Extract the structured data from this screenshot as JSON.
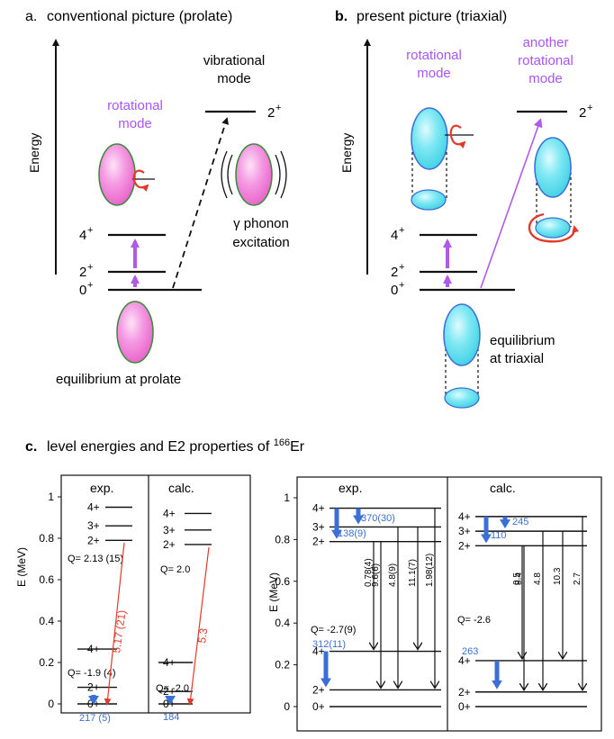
{
  "panel_a": {
    "letter": "a.",
    "title": "conventional picture (prolate)",
    "energy_axis_label": "Energy",
    "rotational_mode_label": [
      "rotational",
      "mode"
    ],
    "vibrational_mode_label": [
      "vibrational",
      "mode"
    ],
    "gamma_phonon_label": [
      "γ phonon",
      "excitation"
    ],
    "equilibrium_label": "equilibrium at prolate",
    "level_labels": {
      "four_plus": "4",
      "two_plus": "2",
      "zero_plus": "0",
      "vib_two_plus": "2",
      "plus": "+"
    },
    "colors": {
      "ellipsoid_fill": "#f07fd8",
      "ellipsoid_edge": "#3a8a3a",
      "rotation_arrow": "#e23a2a",
      "transition_arrow": "#b05be8",
      "mode_text": "#a855f7"
    }
  },
  "panel_b": {
    "letter": "b.",
    "title": "present picture (triaxial)",
    "energy_axis_label": "Energy",
    "rotational_mode_label": [
      "rotational",
      "mode"
    ],
    "another_mode_label": [
      "another",
      "rotational",
      "mode"
    ],
    "equilibrium_label": [
      "equilibrium",
      "at triaxial"
    ],
    "level_labels": {
      "four_plus": "4",
      "two_plus": "2",
      "zero_plus": "0",
      "rot_two_plus": "2",
      "plus": "+"
    },
    "colors": {
      "ellipsoid_fill": "#66e0ee",
      "ellipsoid_edge": "#3b6fd6",
      "rotation_arrow": "#e23a2a",
      "transition_arrow": "#b05be8",
      "mode_text": "#a855f7"
    }
  },
  "panel_c": {
    "letter": "c.",
    "title_prefix": "level energies and E2 properties of ",
    "title_isotope_mass": "166",
    "title_element": "Er",
    "left_chart": {
      "ylabel": "E (MeV)",
      "yticks": [
        "1",
        "0.8",
        "0.6",
        "0.4",
        "0.2",
        "0"
      ],
      "exp_header": "exp.",
      "calc_header": "calc.",
      "exp_levels": [
        {
          "label": "4+",
          "energy": 0.95
        },
        {
          "label": "3+",
          "energy": 0.86
        },
        {
          "label": "2+",
          "energy": 0.79
        },
        {
          "label": "4+",
          "energy": 0.265
        },
        {
          "label": "2+",
          "energy": 0.08
        },
        {
          "label": "0+",
          "energy": 0.0
        }
      ],
      "calc_levels": [
        {
          "label": "4+",
          "energy": 0.92
        },
        {
          "label": "3+",
          "energy": 0.84
        },
        {
          "label": "2+",
          "energy": 0.77
        },
        {
          "label": "4+",
          "energy": 0.2
        },
        {
          "label": "2+",
          "energy": 0.06
        },
        {
          "label": "0+",
          "energy": 0.0
        }
      ],
      "exp_q_gamma": "Q= 2.13 (15)",
      "exp_q_ground": "Q= -1.9 (4)",
      "exp_be2_ground": "217 (5)",
      "exp_be2_interband": "5.17 (21)",
      "calc_q_gamma": "Q= 2.0",
      "calc_q_ground": "Q= -2.0",
      "calc_be2_ground": "184",
      "calc_be2_interband": "5.3"
    },
    "right_chart": {
      "ylabel": "E (MeV)",
      "yticks": [
        "1",
        "0.8",
        "0.6",
        "0.4",
        "0.2",
        "0"
      ],
      "exp_header": "exp.",
      "calc_header": "calc.",
      "exp_levels": [
        {
          "label": "4+",
          "energy": 0.95
        },
        {
          "label": "3+",
          "energy": 0.86
        },
        {
          "label": "2+",
          "energy": 0.79
        },
        {
          "label": "4+",
          "energy": 0.265
        },
        {
          "label": "2+",
          "energy": 0.08
        },
        {
          "label": "0+",
          "energy": 0.0
        }
      ],
      "calc_levels": [
        {
          "label": "4+",
          "energy": 0.91
        },
        {
          "label": "3+",
          "energy": 0.84
        },
        {
          "label": "2+",
          "energy": 0.77
        },
        {
          "label": "4+",
          "energy": 0.22
        },
        {
          "label": "2+",
          "energy": 0.07
        },
        {
          "label": "0+",
          "energy": 0.0
        }
      ],
      "exp_intraband": [
        "370(30)",
        "138(9)"
      ],
      "exp_ground": "312(11)",
      "exp_q_ground": "Q= -2.7(9)",
      "exp_interband": [
        "0.78(4)",
        "9.6(6)",
        "4.8(9)",
        "11.1(7)",
        "1.98(12)"
      ],
      "calc_intraband": [
        "245",
        "110"
      ],
      "calc_ground": "263",
      "calc_q_ground": "Q= -2.6",
      "calc_interband": [
        "0.5",
        "8.4",
        "4.8",
        "10.3",
        "2.7"
      ]
    },
    "colors": {
      "ground_be2": "#3b6fd6",
      "interband_red": "#e23a2a"
    }
  }
}
